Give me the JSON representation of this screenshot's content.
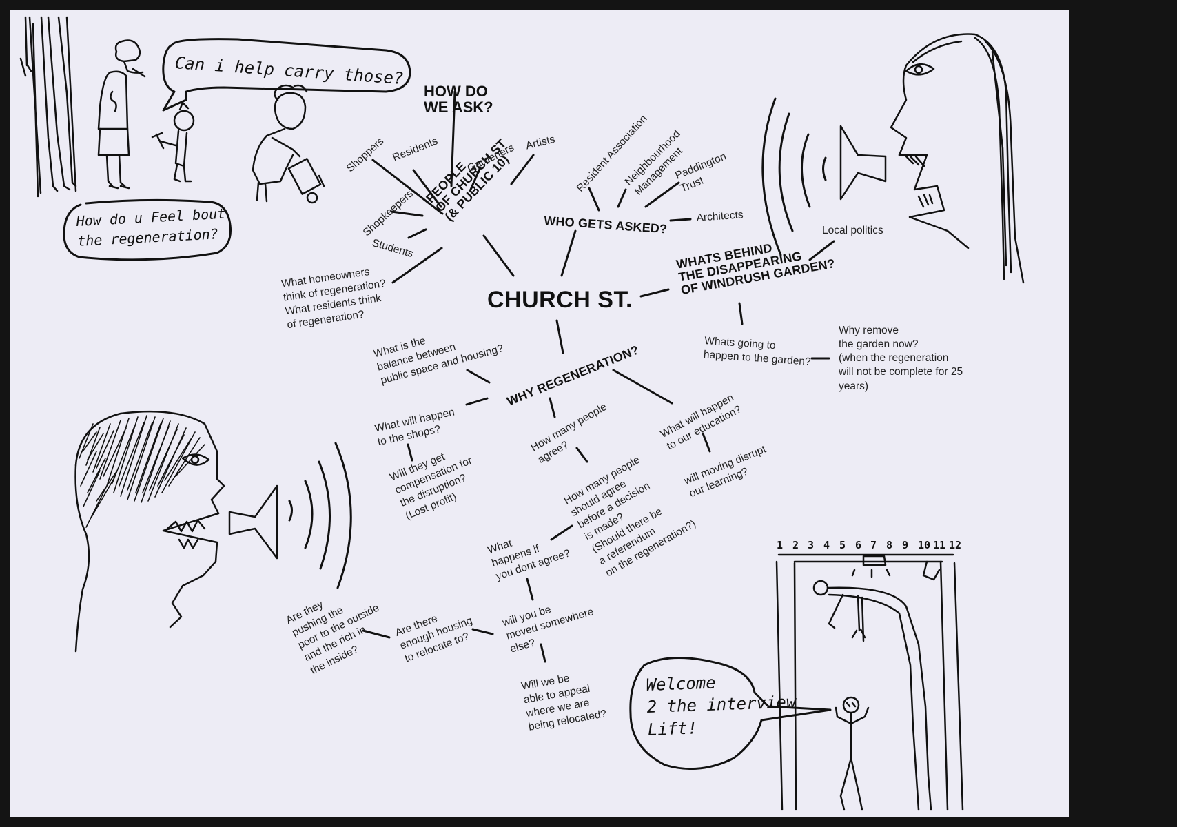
{
  "center": "CHURCH ST.",
  "branches": {
    "people_title": "PEOPLE\nOF CHURCH ST\n(& PUBLIC 10)",
    "how_ask_title": "HOW DO\nWE ASK?",
    "who_asked_title": "WHO GETS ASKED?",
    "windrush_title": "WHATS BEHIND\nTHE DISAPPEARING\nOF WINDRUSH GARDEN?",
    "why_title": "WHY REGENERATION?"
  },
  "people": [
    "Shoppers",
    "Residents",
    "Gardeners",
    "Artists",
    "Shopkeepers",
    "Students"
  ],
  "who_asked": [
    "Resident Association",
    "Neighbourhood\nManagement",
    "Paddington\nTrust",
    "Architects"
  ],
  "windrush": {
    "local_politics": "Local politics",
    "whats_going": "Whats going to\nhappen to the garden?",
    "why_remove": "Why remove\nthe garden now?\n(when the regeneration\nwill not be complete for 25\nyears)"
  },
  "homeowners": "What homeowners\nthink of regeneration?\nWhat residents think\nof regeneration?",
  "why_regen": {
    "balance": "What is the\nbalance between\npublic space and housing?",
    "shops": "What will happen\nto the shops?",
    "compensation": "Will they get\ncompensation for\nthe disruption?\n(Lost profit)",
    "how_many_agree": "How many people\nagree?",
    "education": "What will happen\nto our education?",
    "disrupt": "will moving disrupt\nour learning?",
    "should_agree": "How many people\nshould agree\nbefore a decision\nis made?\n(Should there be\na referendum\non the regeneration?)",
    "dont_agree": "What\nhappens if\nyou dont agree?",
    "moved": "will you be\nmoved somewhere\nelse?",
    "enough_housing": "Are there\nenough housing\nto relocate to?",
    "pushing_poor": "Are they\npushing the\npoor to the outside\nand the rich in\nthe inside?",
    "appeal": "Will we be\nable to appeal\nwhere we are\nbeing relocated?"
  },
  "speech": {
    "carry": "Can i help carry those?",
    "feel": "How do u Feel bout\nthe regeneration?",
    "welcome": "Welcome\n2 the interview\nLift!"
  },
  "lift_numbers": [
    "1",
    "2",
    "3",
    "4",
    "5",
    "6",
    "7",
    "8",
    "9",
    "10",
    "11",
    "12"
  ],
  "colors": {
    "ink": "#111111",
    "paper": "#edecf5",
    "frame": "#141414"
  }
}
